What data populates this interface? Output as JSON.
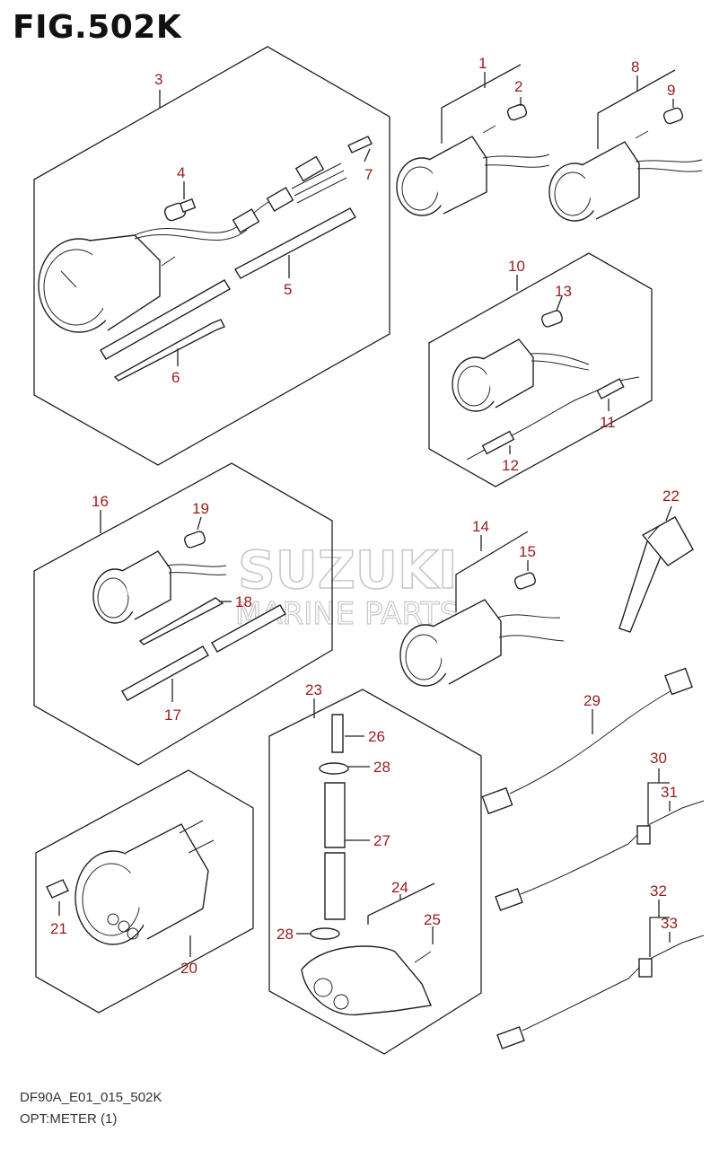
{
  "figure": {
    "title": "FIG.502K",
    "code": "DF90A_E01_015_502K",
    "name": "OPT:METER (1)"
  },
  "watermark": {
    "brand": "SUZUKI",
    "subtitle": "MARINE PARTS",
    "color": "#c8c8c8"
  },
  "callouts": {
    "c1": "1",
    "c2": "2",
    "c3": "3",
    "c4": "4",
    "c5": "5",
    "c6": "6",
    "c7": "7",
    "c8": "8",
    "c9": "9",
    "c10": "10",
    "c11": "11",
    "c12": "12",
    "c13": "13",
    "c14": "14",
    "c15": "15",
    "c16": "16",
    "c17": "17",
    "c18": "18",
    "c19": "19",
    "c20": "20",
    "c21": "21",
    "c22": "22",
    "c23": "23",
    "c24": "24",
    "c25": "25",
    "c26": "26",
    "c27": "27",
    "c28a": "28",
    "c28b": "28",
    "c29": "29",
    "c30": "30",
    "c31": "31",
    "c32": "32",
    "c33": "33"
  },
  "colors": {
    "callout": "#9a1b1b",
    "linework": "#222222"
  }
}
